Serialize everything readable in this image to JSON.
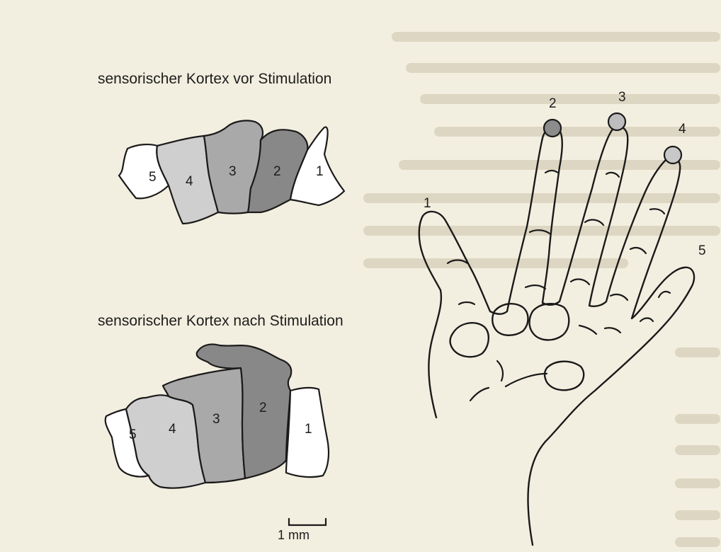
{
  "figure": {
    "top_title": "sensorischer Kortex vor Stimulation",
    "bottom_title": "sensorischer Kortex nach Stimulation",
    "scale_label": "1 mm"
  },
  "top_cortex": {
    "regions": [
      {
        "label": "5",
        "color": "#ffffff"
      },
      {
        "label": "4",
        "color": "#cfcfcf"
      },
      {
        "label": "3",
        "color": "#a9a9a9"
      },
      {
        "label": "2",
        "color": "#888888"
      },
      {
        "label": "1",
        "color": "#ffffff"
      }
    ]
  },
  "bottom_cortex": {
    "regions": [
      {
        "label": "5",
        "color": "#ffffff"
      },
      {
        "label": "4",
        "color": "#cfcfcf"
      },
      {
        "label": "3",
        "color": "#a9a9a9"
      },
      {
        "label": "2",
        "color": "#888888"
      },
      {
        "label": "1",
        "color": "#ffffff"
      }
    ]
  },
  "hand": {
    "finger_labels": [
      "1",
      "2",
      "3",
      "4",
      "5"
    ],
    "stimulated_tips": [
      {
        "finger": "2",
        "color": "#8c8c8c"
      },
      {
        "finger": "3",
        "color": "#bdbdbd"
      },
      {
        "finger": "4",
        "color": "#c8c8c8"
      }
    ]
  }
}
